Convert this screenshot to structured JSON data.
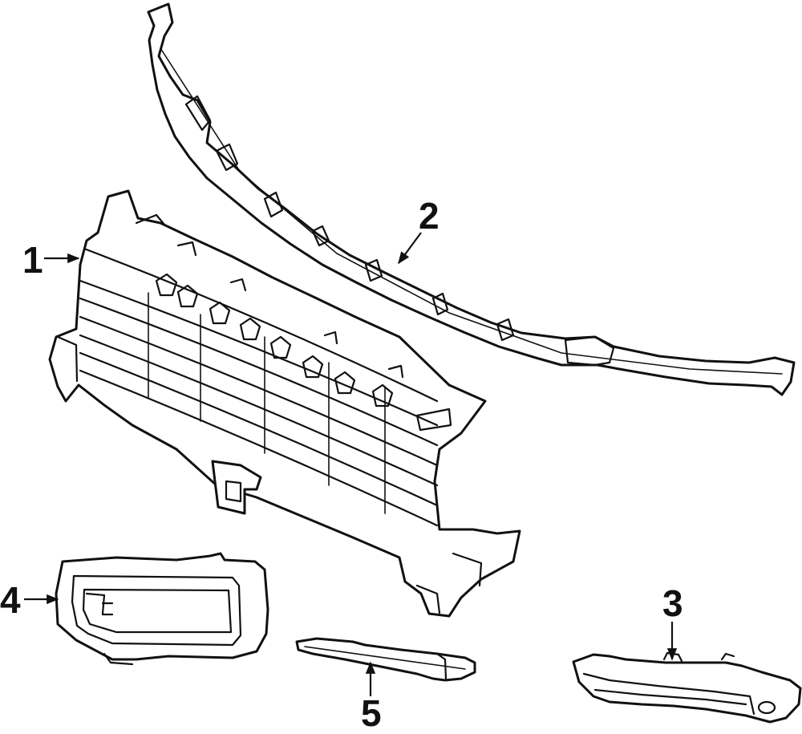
{
  "callouts": {
    "grille": "1",
    "upper_absorber": "2",
    "right_trim": "3",
    "fog_bezel": "4",
    "lower_molding": "5"
  },
  "colors": {
    "line": "#111111",
    "background": "#ffffff"
  }
}
